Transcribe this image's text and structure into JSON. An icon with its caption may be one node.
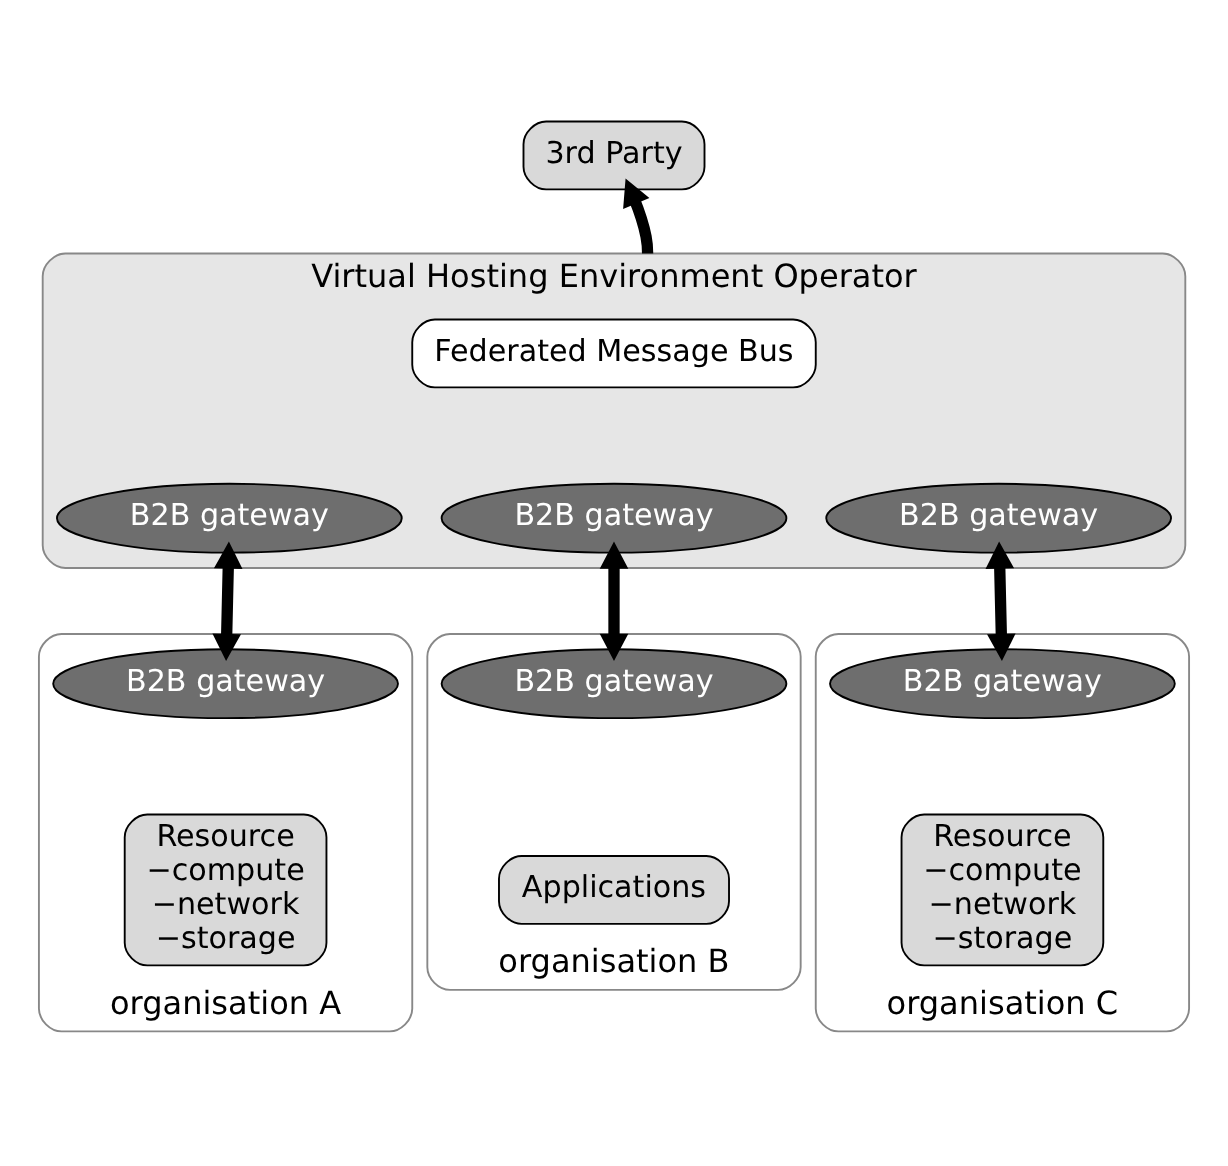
{
  "diagram": {
    "nodes": [
      {
        "text": [
          "3rd Party"
        ]
      },
      {
        "text": [
          "Virtual Hosting Environment Operator"
        ]
      },
      {
        "text": [
          "Federated Message Bus"
        ],
        "in": 1
      },
      {
        "text": [
          "B2B gateway"
        ],
        "in": 1
      },
      {
        "text": [
          "B2B gateway"
        ],
        "in": 1
      },
      {
        "text": [
          "B2B gateway"
        ],
        "in": 1
      },
      {
        "text": [
          "organisation A"
        ]
      },
      {
        "text": [
          "B2B gateway"
        ],
        "in": 6
      },
      {
        "text": [
          "Resource −compute −network −storage"
        ],
        "in": 6
      },
      {
        "text": [
          "organisation B"
        ]
      },
      {
        "text": [
          "B2B gateway"
        ],
        "in": 9
      },
      {
        "text": [
          "Applications"
        ],
        "in": 9
      },
      {
        "text": [
          "organisation C"
        ]
      },
      {
        "text": [
          "B2B gateway"
        ],
        "in": 12
      },
      {
        "text": [
          "Resource −compute −network −storage"
        ],
        "in": 12
      }
    ],
    "edges": [
      {
        "from": 1,
        "to": 0,
        "arrow": "to"
      },
      {
        "from": 3,
        "to": 7,
        "arrow": "both"
      },
      {
        "from": 4,
        "to": 10,
        "arrow": "both"
      },
      {
        "from": 5,
        "to": 13,
        "arrow": "both"
      }
    ]
  }
}
